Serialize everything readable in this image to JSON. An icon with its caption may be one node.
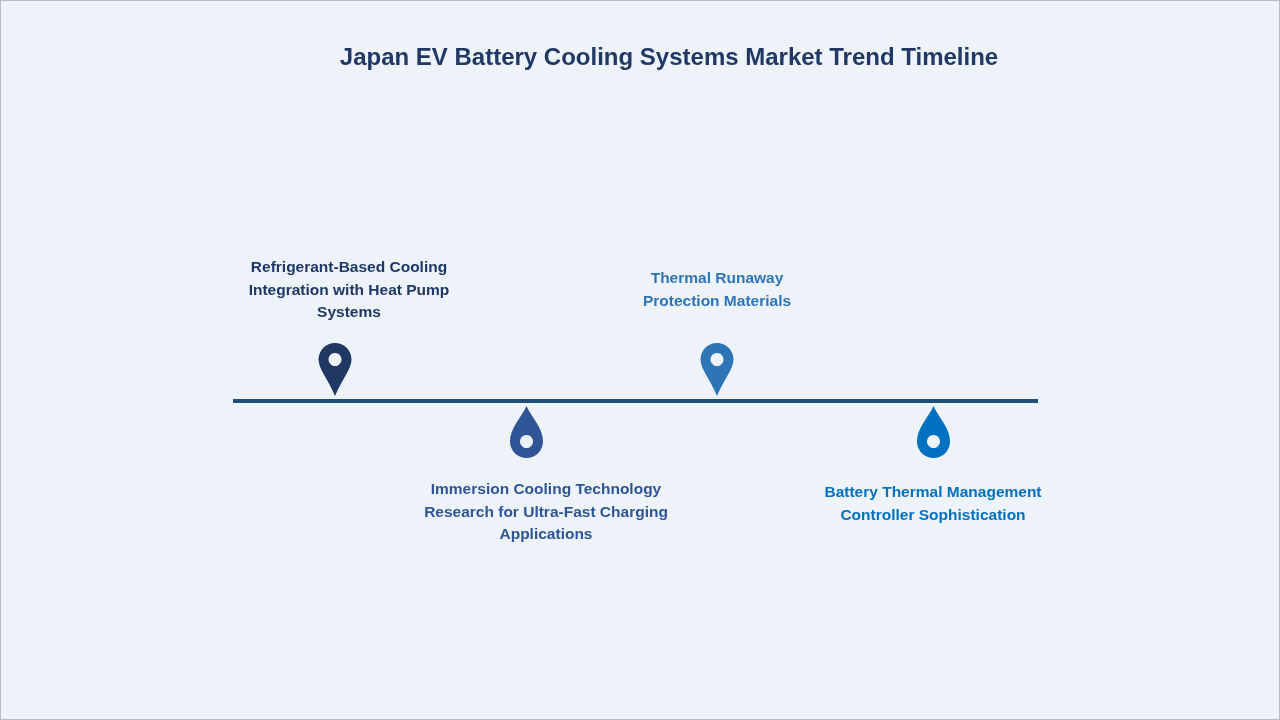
{
  "diagram": {
    "title": "Japan EV Battery Cooling Systems Market Trend Timeline",
    "labels": [
      "Refrigerant-Based Cooling Integration with Heat Pump Systems",
      "Immersion Cooling Technology Research for Ultra-Fast Charging Applications",
      "Thermal Runaway Protection Materials",
      "Battery Thermal Management Controller Sophistication"
    ]
  }
}
